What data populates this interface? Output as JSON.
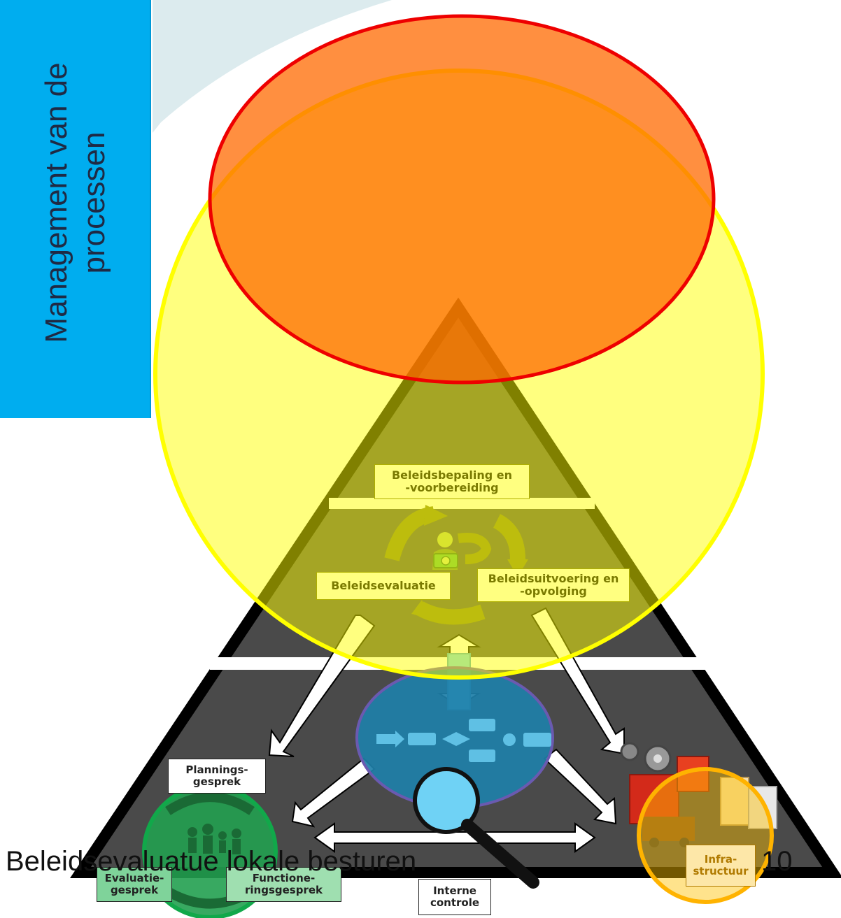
{
  "sidebar": {
    "title": "Management van de processen",
    "color": "#00ADEF"
  },
  "pyramid": {
    "top": {
      "labels": {
        "policy_setting": "Beleidsbepaling en\n-voorbereiding",
        "policy_execution": "Beleidsuitvoering en\n-opvolging",
        "policy_evaluation": "Beleidsevaluatie"
      },
      "icon": "money-person-icon"
    },
    "bottom_left": {
      "labels": {
        "planning": "Plannings-\ngesprek",
        "evaluation": "Evaluatie-\ngesprek",
        "functioning": "Functione-\nringsgesprek"
      },
      "icon": "people-cycle-icon"
    },
    "center": {
      "icon": "process-flow-magnifier-icon"
    },
    "bottom_right": {
      "label": "Infra-\nstructuur",
      "icon": "buildings-gears-truck-icon"
    },
    "bottom_label": "Interne\ncontrole"
  },
  "overlays": {
    "yellow_circle_color": "#FFFF00",
    "red_ellipse_color": "#FF6A00",
    "green_circle_color": "#11A84A",
    "orange_circle_color": "#FFB300",
    "blue_ellipse_color": "#1E7FA8"
  },
  "footer": {
    "text": "Beleidsevaluatue lokale besturen",
    "page_number": "10"
  }
}
